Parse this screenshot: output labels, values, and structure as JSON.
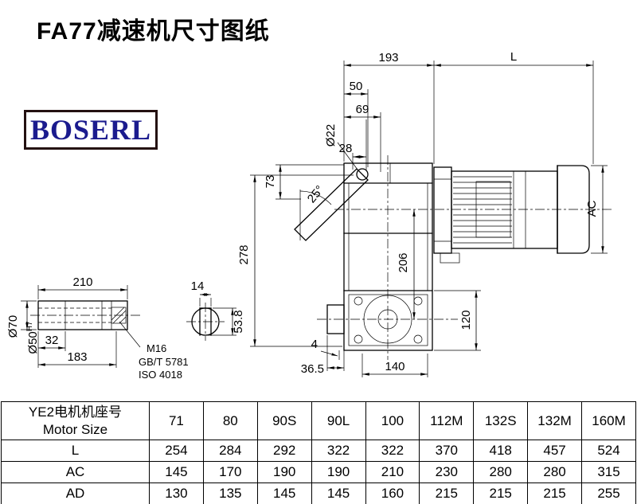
{
  "title": "FA77减速机尺寸图纸",
  "logo": {
    "text": "BOSERL"
  },
  "drawing": {
    "dims": {
      "w193": "193",
      "L": "L",
      "w50": "50",
      "w69": "69",
      "phi22": "Ø22",
      "w28": "28",
      "h73": "73",
      "angle": "25°",
      "h278": "278",
      "h206": "206",
      "AC": "AC",
      "h120": "120",
      "g4": "4",
      "w36_5": "36.5",
      "w140": "140",
      "len210": "210",
      "w14": "14",
      "phi70": "Ø70",
      "phi50": "Ø50",
      "phi50_tol": "H7",
      "w32": "32",
      "w183": "183",
      "thread": "M16",
      "std_gb": "GB/T 5781",
      "std_iso": "ISO 4018",
      "h53_8": "53.8"
    }
  },
  "table": {
    "col0_cn": "YE2电机机座号",
    "col0_en": "Motor Size",
    "sizes": [
      "71",
      "80",
      "90S",
      "90L",
      "100",
      "112M",
      "132S",
      "132M",
      "160M"
    ],
    "rows": [
      {
        "label": "L",
        "values": [
          "254",
          "284",
          "292",
          "322",
          "322",
          "370",
          "418",
          "457",
          "524"
        ]
      },
      {
        "label": "AC",
        "values": [
          "145",
          "170",
          "190",
          "190",
          "210",
          "230",
          "280",
          "280",
          "315"
        ]
      },
      {
        "label": "AD",
        "values": [
          "130",
          "135",
          "145",
          "145",
          "160",
          "215",
          "215",
          "215",
          "255"
        ]
      }
    ]
  }
}
